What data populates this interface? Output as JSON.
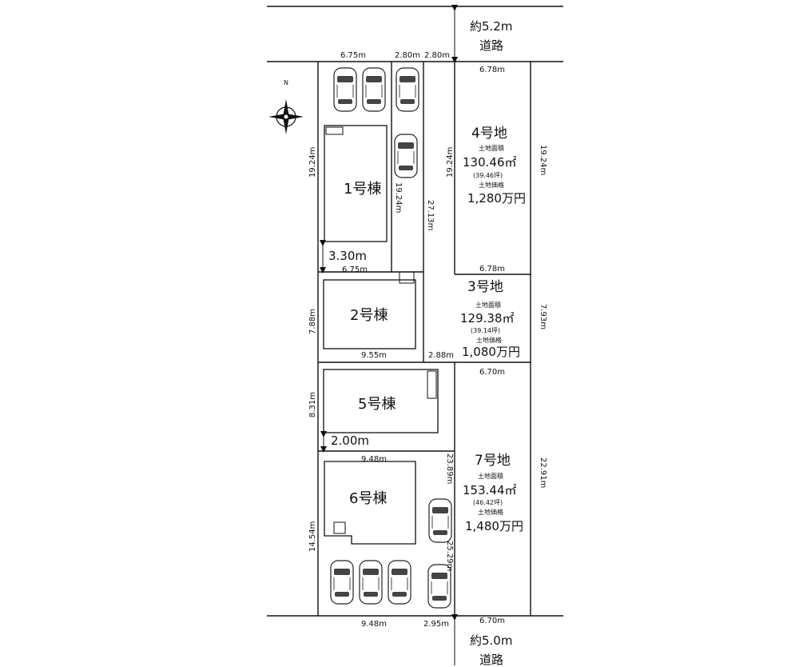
{
  "roads": {
    "north": {
      "line1": "約5.2m",
      "line2": "道路"
    },
    "south": {
      "line1": "約5.0m",
      "line2": "道路"
    }
  },
  "compass": {
    "label": "N"
  },
  "buildings": {
    "b1": "1号棟",
    "b2": "2号棟",
    "b5": "5号棟",
    "b6": "6号棟"
  },
  "lots": {
    "lot4": {
      "name": "4号地",
      "area_label": "土地面積",
      "area": "130.46㎡",
      "tsubo": "(39.46坪)",
      "price_label": "土地価格",
      "price": "1,280万円"
    },
    "lot3": {
      "name": "3号地",
      "area_label": "土地面積",
      "area": "129.38㎡",
      "tsubo": "(39.14坪)",
      "price_label": "土地価格",
      "price": "1,080万円"
    },
    "lot7": {
      "name": "7号地",
      "area_label": "土地面積",
      "area": "153.44㎡",
      "tsubo": "(46.42坪)",
      "price_label": "土地価格",
      "price": "1,480万円"
    }
  },
  "dims": {
    "top_675": "6.75m",
    "top_280a": "2.80m",
    "top_280b": "2.80m",
    "top_678": "6.78m",
    "left_1924": "19.24m",
    "lot1_inner": "19.24m",
    "lot4_left": "19.24m",
    "lot4_right": "19.24m",
    "center_2713": "27.13m",
    "setback_330": "3.30m",
    "lot2_top_675": "6.75m",
    "lot4_bottom_678": "6.78m",
    "lot2_left_788": "7.88m",
    "lot2_bottom_955": "9.55m",
    "mid_288": "2.88m",
    "lot3_right_793": "7.93m",
    "lot7_top_670": "6.70m",
    "lot5_left_831": "8.31m",
    "gap_200": "2.00m",
    "lot6_top_948": "9.48m",
    "drive_2389": "23.89m",
    "lot7_right_2291": "22.91m",
    "lot6_left_1454": "14.54m",
    "drive_2529": "25.29m",
    "bottom_948": "9.48m",
    "bottom_295": "2.95m",
    "bottom_670": "6.70m"
  }
}
